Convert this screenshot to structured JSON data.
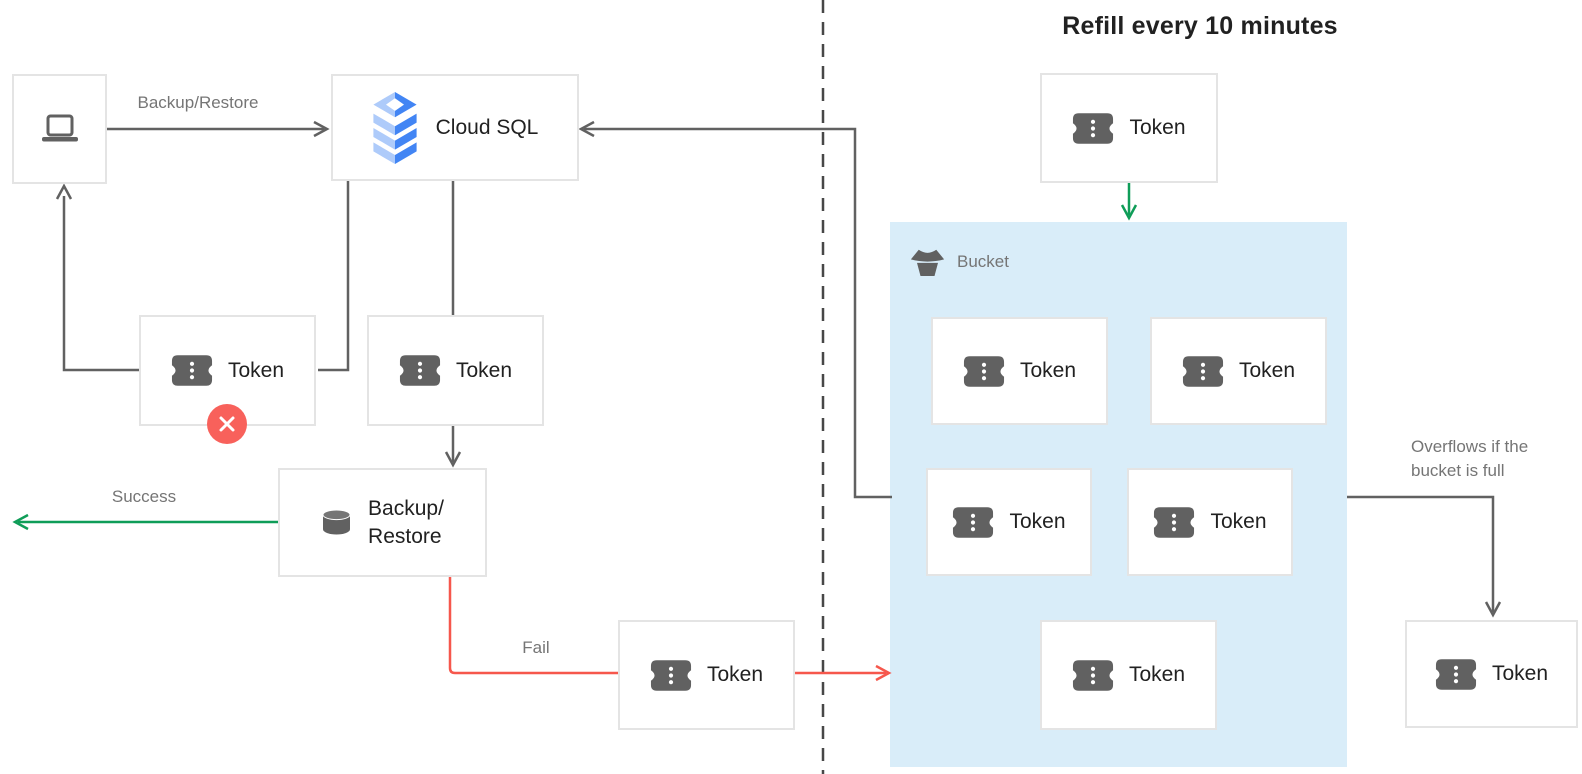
{
  "title": "Refill every 10 minutes",
  "token_label": "Token",
  "nodes": {
    "cloud_sql": "Cloud SQL",
    "backup_restore_line1": "Backup/",
    "backup_restore_line2": "Restore"
  },
  "edge_labels": {
    "backup_restore": "Backup/Restore",
    "success": "Success",
    "fail": "Fail"
  },
  "bucket_label": "Bucket",
  "overflow_note": {
    "line1": "Overflows if the",
    "line2": "bucket is full"
  },
  "icons": {
    "laptop": "laptop-icon",
    "cloud_sql": "cloud-sql-database-icon",
    "token": "ticket-token-icon",
    "database": "database-cylinder-icon",
    "bucket": "bucket-icon",
    "error": "error-x-icon"
  },
  "colors": {
    "success_green": "#0f9d58",
    "fail_red": "#f6574c",
    "error_badge_red": "#f8615b",
    "connector_gray": "#616161",
    "divider_gray": "#474747",
    "label_gray": "#757575",
    "text_dark": "#212121",
    "bucket_background": "#d9edf9",
    "box_border": "#e4e4e4",
    "cloud_sql_blue": "#4285f4",
    "cloud_sql_light_blue": "#aecbfa"
  }
}
